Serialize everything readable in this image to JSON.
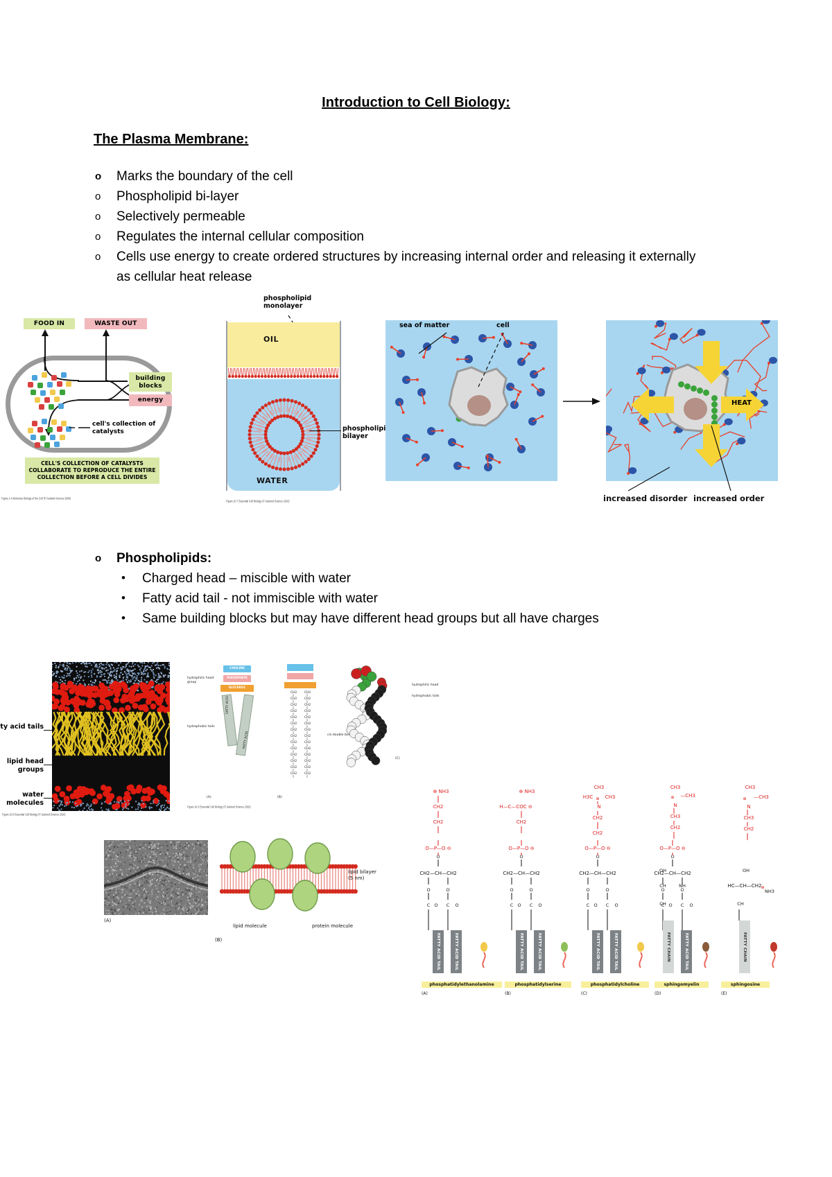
{
  "document": {
    "title": "Introduction to Cell Biology:",
    "section_heading": "The Plasma Membrane:",
    "bullets": [
      {
        "marker": "o",
        "style": "solid",
        "text": "Marks the boundary of the cell"
      },
      {
        "marker": "o",
        "style": "hollow",
        "text": "Phospholipid bi-layer"
      },
      {
        "marker": "o",
        "style": "hollow",
        "text": "Selectively permeable"
      },
      {
        "marker": "o",
        "style": "hollow",
        "text": "Regulates the internal cellular composition"
      },
      {
        "marker": "o",
        "style": "hollow",
        "text": "Cells use energy to create ordered structures by increasing internal order and releasing it externally as cellular heat release"
      }
    ],
    "phospholipids": {
      "marker": "o",
      "title": "Phospholipids:",
      "sub_bullets": [
        {
          "marker": "•",
          "text": "Charged head – miscible with water"
        },
        {
          "marker": "•",
          "text": "Fatty acid tail - not immiscible with water"
        },
        {
          "marker": "•",
          "text": "Same building blocks but may have different head groups but all have charges"
        }
      ]
    }
  },
  "figures": {
    "catalyst_cell": {
      "food_in": "FOOD IN",
      "waste_out": "WASTE OUT",
      "building_blocks": "building blocks",
      "energy": "energy",
      "catalyst_note": "cell's collection of catalysts",
      "caption": "CELL'S COLLECTION OF CATALYSTS COLLABORATE TO REPRODUCE THE ENTIRE COLLECTION BEFORE A CELL DIVIDES",
      "source_caption": "Figure 1-4 Molecular Biology of the Cell (© Garland Science 2008)",
      "colors": {
        "green": "#d9e8a6",
        "pink": "#f2b9bd",
        "wall": "#9a9a9a"
      }
    },
    "oil_water": {
      "monolayer_label": "phospholipid monolayer",
      "oil": "OIL",
      "water": "WATER",
      "bilayer_label": "phospholipid bilayer",
      "source_caption": "Figure 10-7 Essential Cell Biology (© Garland Science 2010)",
      "colors": {
        "oil": "#f9ec9c",
        "water": "#a8d6f0",
        "lipid": "#d42b1f"
      }
    },
    "order_disorder": {
      "sea_label": "sea of matter",
      "cell_label": "cell",
      "heat_label": "HEAT",
      "increased_disorder": "increased disorder",
      "increased_order": "increased order",
      "colors": {
        "sea": "#a8d6f0",
        "molecule": "#2c55a8",
        "arrow": "#e8402a",
        "heat": "#f7d435"
      }
    },
    "md_bilayer": {
      "fatty_acid_tails": "fatty acid tails",
      "lipid_head_groups": "lipid head groups",
      "water_molecules": "water molecules",
      "source_caption": "Figure 10-8 Essential Cell Biology (© Garland Science 2010)"
    },
    "lipid_schematic": {
      "hydrophilic_head_group": "hydrophilic head group",
      "hydrophobic_tails": "hydrophobic tails",
      "choline": "CHOLINE",
      "phosphate": "PHOSPHATE",
      "glycerol": "GLYCEROL",
      "fatty_acid_1": "FATTY ACID",
      "fatty_acid_2": "FATTY ACID",
      "double_bond": "cis-double bond",
      "hydrophilic_head": "hydrophilic head",
      "hydrophobic_tails_2": "hydrophobic tails",
      "panel_a": "(A)",
      "panel_b": "(B)",
      "panel_c": "(C)",
      "source_caption": "Figure 10-3 Essential Cell Biology (© Garland Science 2010)"
    },
    "membrane_3d": {
      "lipid_bilayer": "lipid bilayer (5 nm)",
      "lipid_molecule": "lipid molecule",
      "protein_molecule": "protein molecule",
      "panel_a": "(A)",
      "panel_b": "(B)"
    },
    "head_groups": {
      "panels": [
        {
          "mark": "(A)",
          "name": "phosphatidylethanolamine",
          "head": "NH3",
          "tails": [
            "FATTY ACID TAIL",
            "FATTY ACID TAIL"
          ]
        },
        {
          "mark": "(B)",
          "name": "phosphatidylserine",
          "head": "NH3 / COO",
          "tails": [
            "FATTY ACID TAIL",
            "FATTY ACID TAIL"
          ]
        },
        {
          "mark": "(C)",
          "name": "phosphatidylcholine",
          "head": "CH3 N CH3",
          "tails": [
            "FATTY ACID TAIL",
            "FATTY ACID TAIL"
          ]
        },
        {
          "mark": "(D)",
          "name": "sphingomyelin",
          "head": "CH3 N CH3",
          "tails": [
            "FATTY CHAIN",
            "FATTY ACID TAIL"
          ]
        },
        {
          "mark": "(E)",
          "name": "sphingosine",
          "head": "NH3",
          "tails": [
            "FATTY CHAIN"
          ]
        }
      ],
      "colors": {
        "head": "#e02020",
        "tail": "#7c8285",
        "name_bg": "#f7ef9a"
      }
    }
  }
}
